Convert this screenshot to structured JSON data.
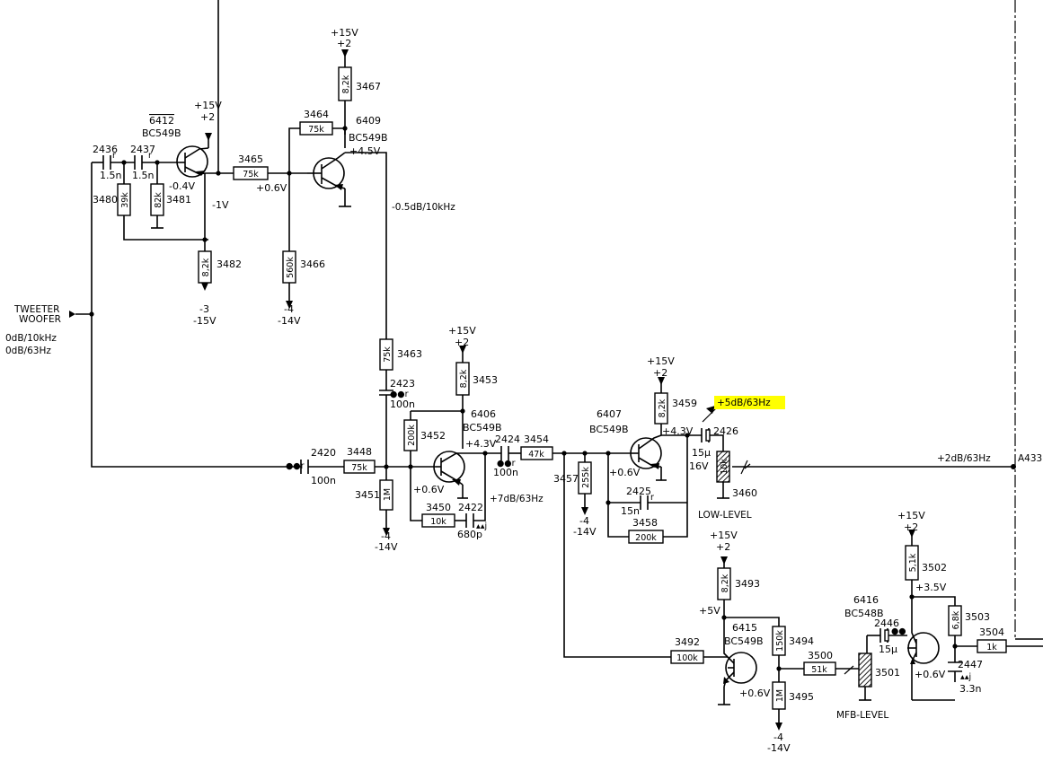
{
  "inputs": {
    "tweeter": "TWEETER",
    "woofer": "WOOFER",
    "level1": "0dB/10kHz",
    "level2": "0dB/63Hz"
  },
  "transistors": {
    "t6412": {
      "ref": "6412",
      "type": "BC549B"
    },
    "t6409": {
      "ref": "6409",
      "type": "BC549B"
    },
    "t6406": {
      "ref": "6406",
      "type": "BC549B"
    },
    "t6407": {
      "ref": "6407",
      "type": "BC549B"
    },
    "t6415": {
      "ref": "6415",
      "type": "BC549B"
    },
    "t6416": {
      "ref": "6416",
      "type": "BC548B"
    }
  },
  "resistors": {
    "r3480": {
      "ref": "3480",
      "value": "39k"
    },
    "r3481": {
      "ref": "3481",
      "value": "82k"
    },
    "r3482": {
      "ref": "3482",
      "value": "8,2k"
    },
    "r3465": {
      "ref": "3465",
      "value": "75k"
    },
    "r3464": {
      "ref": "3464",
      "value": "75k"
    },
    "r3466": {
      "ref": "3466",
      "value": "560k"
    },
    "r3467": {
      "ref": "3467",
      "value": "8,2k"
    },
    "r3463": {
      "ref": "3463",
      "value": "75k"
    },
    "r3448": {
      "ref": "3448",
      "value": "75k"
    },
    "r3451": {
      "ref": "3451",
      "value": "1M"
    },
    "r3452": {
      "ref": "3452",
      "value": "200k"
    },
    "r3453": {
      "ref": "3453",
      "value": "8,2k"
    },
    "r3450": {
      "ref": "3450",
      "value": "10k"
    },
    "r3454": {
      "ref": "3454",
      "value": "47k"
    },
    "r3457": {
      "ref": "3457",
      "value": "255k"
    },
    "r3459": {
      "ref": "3459",
      "value": "8,2k"
    },
    "r3458": {
      "ref": "3458",
      "value": "200k"
    },
    "r3460": {
      "ref": "3460",
      "value": "10k"
    },
    "r3493": {
      "ref": "3493",
      "value": "8,2k"
    },
    "r3492": {
      "ref": "3492",
      "value": "100k"
    },
    "r3494": {
      "ref": "3494",
      "value": "150k"
    },
    "r3495": {
      "ref": "3495",
      "value": "1M"
    },
    "r3500": {
      "ref": "3500",
      "value": "51k"
    },
    "r3501": {
      "ref": "3501"
    },
    "r3502": {
      "ref": "3502",
      "value": "5,1k"
    },
    "r3503": {
      "ref": "3503",
      "value": "6,8k"
    },
    "r3504": {
      "ref": "3504",
      "value": "1k"
    }
  },
  "capacitors": {
    "c2436": {
      "ref": "2436",
      "value": "1.5n"
    },
    "c2437": {
      "ref": "2437",
      "value": "1.5n"
    },
    "c2423": {
      "ref": "2423",
      "value": "100n"
    },
    "c2420": {
      "ref": "2420",
      "value": "100n"
    },
    "c2424": {
      "ref": "2424",
      "value": "100n"
    },
    "c2422": {
      "ref": "2422",
      "value": "680p"
    },
    "c2425": {
      "ref": "2425",
      "value": "15n"
    },
    "c2426": {
      "ref": "2426",
      "value": "15μ",
      "voltage": "16V"
    },
    "c2446": {
      "ref": "2446",
      "value": "15μ"
    },
    "c2447": {
      "ref": "2447",
      "value": "3.3n"
    }
  },
  "voltages": {
    "p15": "+15V",
    "p2": "+2",
    "m4": "-4",
    "m14": "-14V",
    "m3": "-3",
    "m15": "-15V",
    "v0_4": "-0.4V",
    "v1": "-1V",
    "v0_6": "+0.6V",
    "v4_5": "+4.5V",
    "v4_3": "+4.3V",
    "v5": "+5V",
    "v3_5": "+3.5V"
  },
  "annotations": {
    "a_10k": "-0.5dB/10kHz",
    "a_7db": "+7dB/63Hz",
    "a_5db": "+5dB/63Hz",
    "a_2db": "+2dB/63Hz",
    "low_level": "LOW-LEVEL",
    "mfb_level": "MFB-LEVEL",
    "connector": "A433"
  },
  "markers": {
    "ber": "●●r",
    "r": "r",
    "aaj": "▴▴j",
    "dots": "●●"
  },
  "colors": {
    "ink": "#000000",
    "paper": "#ffffff",
    "highlight": "#ffff00"
  }
}
